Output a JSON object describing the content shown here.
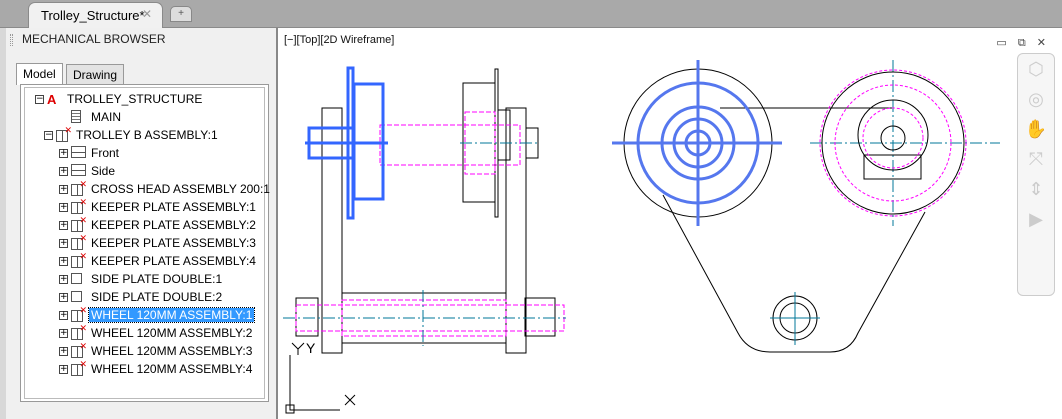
{
  "tabs": {
    "document": "Trolley_Structure*",
    "close": "✕",
    "new": "+"
  },
  "browser": {
    "title": "MECHANICAL BROWSER",
    "tab_model": "Model",
    "tab_drawing": "Drawing",
    "items": [
      {
        "label": "TROLLEY_STRUCTURE",
        "exp": "−"
      },
      {
        "label": "MAIN",
        "exp": ""
      },
      {
        "label": "TROLLEY B ASSEMBLY:1",
        "exp": "−"
      },
      {
        "label": "Front",
        "exp": "+"
      },
      {
        "label": "Side",
        "exp": "+"
      },
      {
        "label": "CROSS HEAD ASSEMBLY 200:1",
        "exp": "+"
      },
      {
        "label": "KEEPER PLATE ASSEMBLY:1",
        "exp": "+"
      },
      {
        "label": "KEEPER PLATE ASSEMBLY:2",
        "exp": "+"
      },
      {
        "label": "KEEPER PLATE ASSEMBLY:3",
        "exp": "+"
      },
      {
        "label": "KEEPER PLATE ASSEMBLY:4",
        "exp": "+"
      },
      {
        "label": "SIDE PLATE DOUBLE:1",
        "exp": "+"
      },
      {
        "label": "SIDE PLATE DOUBLE:2",
        "exp": "+"
      },
      {
        "label": "WHEEL 120MM ASSEMBLY:1",
        "exp": "+"
      },
      {
        "label": "WHEEL 120MM ASSEMBLY:2",
        "exp": "+"
      },
      {
        "label": "WHEEL 120MM ASSEMBLY:3",
        "exp": "+"
      },
      {
        "label": "WHEEL 120MM ASSEMBLY:4",
        "exp": "+"
      }
    ]
  },
  "viewport": {
    "label": "[−][Top][2D Wireframe]",
    "controls": "▭ ⧉ ✕",
    "ucs_x": "X",
    "ucs_y": "Y"
  },
  "colors": {
    "selection": "#3366ff",
    "hidden": "#ff00ff",
    "center": "#007799"
  }
}
